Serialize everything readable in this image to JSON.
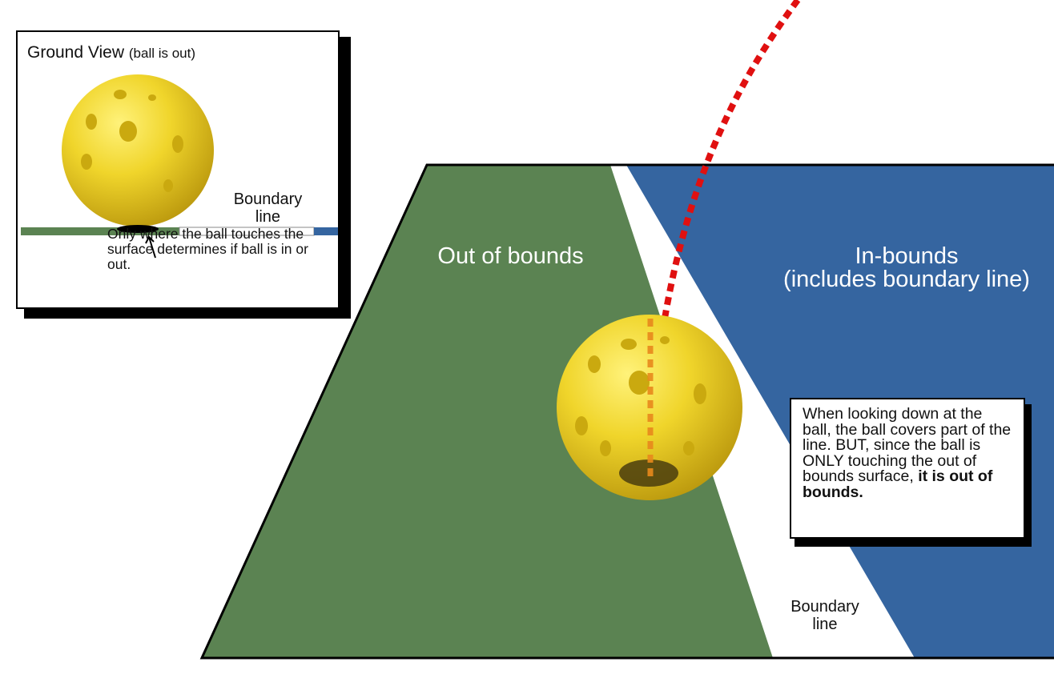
{
  "diagram": {
    "out_of_bounds_label": "Out of bounds",
    "in_bounds_label_line1": "In-bounds",
    "in_bounds_label_line2": "(includes boundary line)",
    "boundary_label_line1": "Boundary",
    "boundary_label_line2": "line",
    "colors": {
      "out_of_bounds": "#5b8352",
      "in_bounds": "#3565a0",
      "boundary_line": "#ffffff",
      "trajectory": "#e01010",
      "ball": "#e8cd22"
    }
  },
  "inset": {
    "title": "Ground View",
    "title_note": "(ball is out)",
    "boundary_label_line1": "Boundary",
    "boundary_label_line2": "line",
    "note": "Only where the ball touches the surface determines if ball is in or out."
  },
  "callout": {
    "text_regular": "When looking down at the ball, the ball covers part of the line. BUT, since the ball is ONLY touching the out of bounds surface,",
    "text_bold": "it is out of bounds."
  }
}
